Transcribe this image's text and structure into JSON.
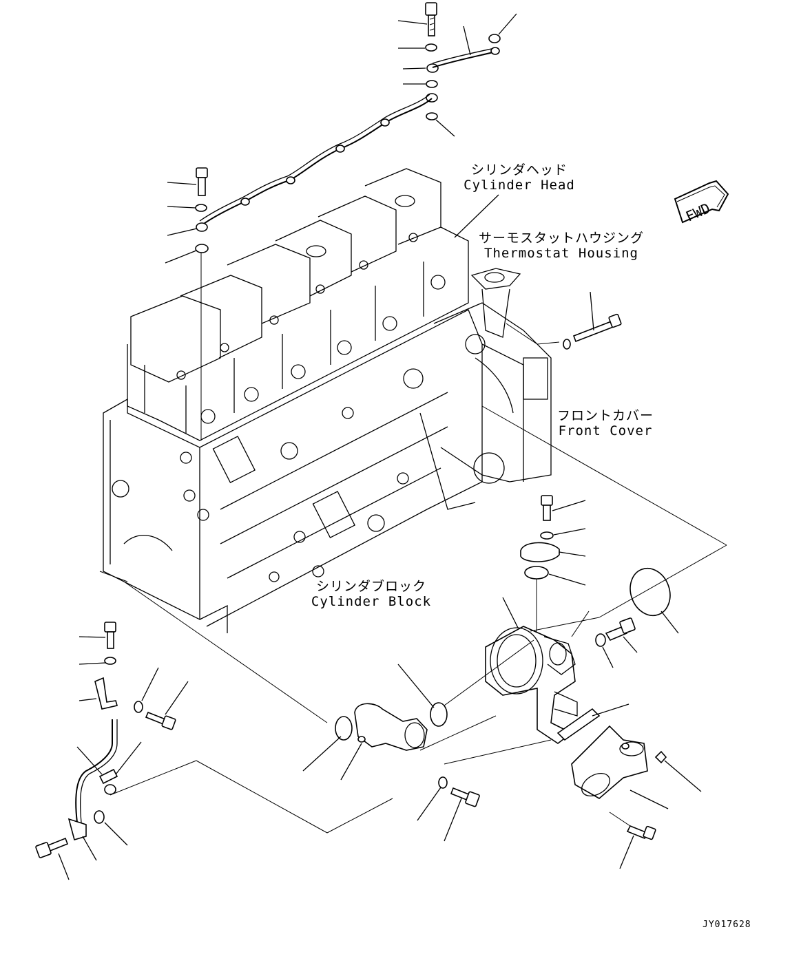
{
  "labels": {
    "cylinder_head": {
      "jp": "シリンダヘッド",
      "en": "Cylinder Head"
    },
    "thermostat_housing": {
      "jp": "サーモスタットハウジング",
      "en": "Thermostat Housing"
    },
    "front_cover": {
      "jp": "フロントカバー",
      "en": "Front Cover"
    },
    "cylinder_block": {
      "jp": "シリンダブロック",
      "en": "Cylinder Block"
    }
  },
  "direction_marker": "FWD",
  "drawing_id": "JY017628"
}
